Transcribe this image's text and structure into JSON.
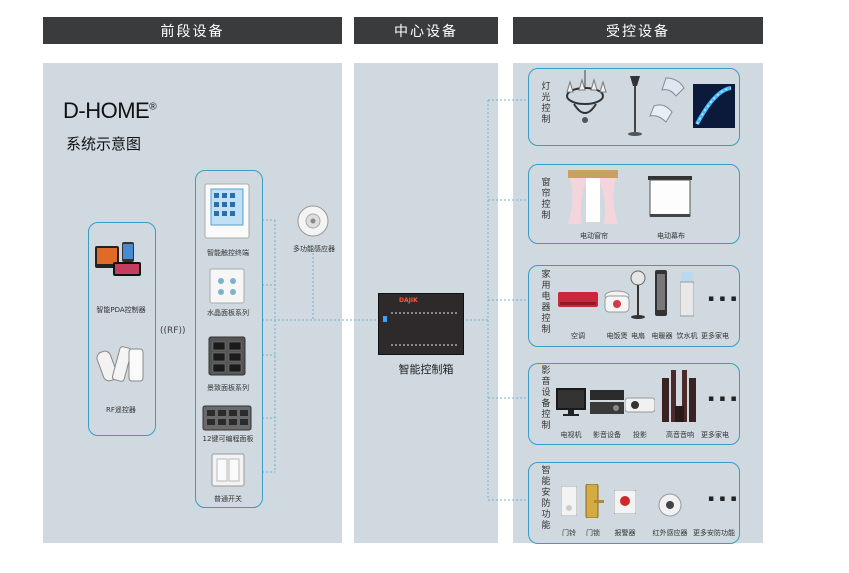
{
  "headers": {
    "front": "前段设备",
    "center": "中心设备",
    "controlled": "受控设备"
  },
  "brand": {
    "logo": "D-HOME",
    "reg": "®",
    "subtitle": "系统示意图"
  },
  "front": {
    "pda": "智能PDA控制器",
    "rf_remote": "RF遥控器",
    "rf_tag": "RF",
    "panels": [
      "智能触控终端",
      "水晶面板系列",
      "景致面板系列",
      "12键可编程面板",
      "普通开关"
    ],
    "sensor": "多功能感应器"
  },
  "center": {
    "box_label": "智能控制箱",
    "brand_text": "DAJIK"
  },
  "groups": [
    {
      "title": "灯光控制",
      "items": []
    },
    {
      "title": "窗帘控制",
      "items": [
        "电动窗帘",
        "电动幕布"
      ]
    },
    {
      "title": "家用电器控制",
      "items": [
        "空调",
        "电饭煲",
        "电扇",
        "电暖器",
        "饮水机",
        "更多家电"
      ]
    },
    {
      "title": "影音设备控制",
      "items": [
        "电视机",
        "影音设备",
        "投影",
        "高音音响",
        "更多家电"
      ]
    },
    {
      "title": "智能安防功能",
      "items": [
        "门铃",
        "门锁",
        "报警器",
        "红外感应器",
        "更多安防功能"
      ]
    }
  ],
  "more_marker": "▪ ▪ ▪",
  "colors": {
    "header_bg": "#3a3b3d",
    "panel_bg": "#cfd9df",
    "accent": "#3a9cc7"
  }
}
